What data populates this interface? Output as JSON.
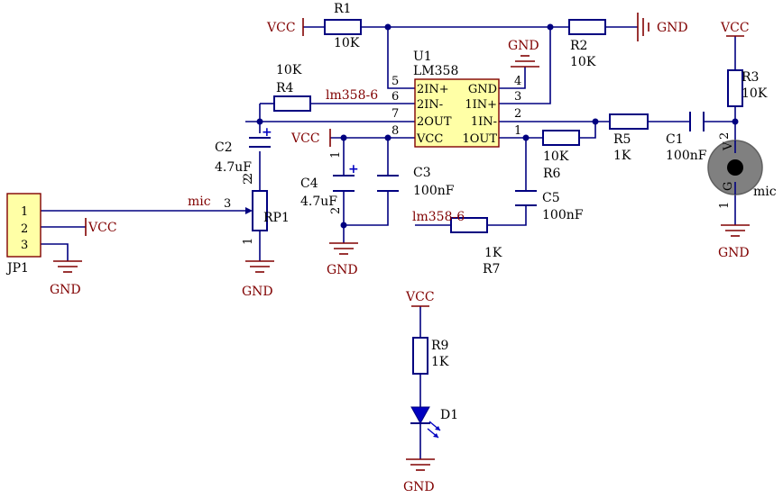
{
  "power": {
    "vcc": "VCC",
    "gnd": "GND"
  },
  "net": {
    "mic": "mic",
    "lm358_6": "lm358-6"
  },
  "u1": {
    "ref": "U1",
    "part": "LM358",
    "left_pins": [
      {
        "num": "5",
        "name": "2IN+"
      },
      {
        "num": "6",
        "name": "2IN-"
      },
      {
        "num": "7",
        "name": "2OUT"
      },
      {
        "num": "8",
        "name": "VCC"
      }
    ],
    "right_pins": [
      {
        "num": "4",
        "name": "GND"
      },
      {
        "num": "3",
        "name": "1IN+"
      },
      {
        "num": "2",
        "name": "1IN-"
      },
      {
        "num": "1",
        "name": "1OUT"
      }
    ]
  },
  "r1": {
    "ref": "R1",
    "value": "10K"
  },
  "r2": {
    "ref": "R2",
    "value": "10K"
  },
  "r3": {
    "ref": "R3",
    "value": "10K"
  },
  "r4": {
    "ref": "R4",
    "value": "10K"
  },
  "r5": {
    "ref": "R5",
    "value": "1K"
  },
  "r6": {
    "ref": "R6",
    "value": "10K"
  },
  "r7": {
    "ref": "R7",
    "value": "1K"
  },
  "r9": {
    "ref": "R9",
    "value": "1K"
  },
  "c1": {
    "ref": "C1",
    "value": "100nF"
  },
  "c2": {
    "ref": "C2",
    "value": "4.7uF"
  },
  "c3": {
    "ref": "C3",
    "value": "100nF"
  },
  "c4": {
    "ref": "C4",
    "value": "4.7uF"
  },
  "c5": {
    "ref": "C5",
    "value": "100nF"
  },
  "rp1": {
    "ref": "RP1",
    "pin_wiper": "3",
    "pin_top": "2",
    "pin_bottom": "1"
  },
  "jp1": {
    "ref": "JP1",
    "pins": [
      "1",
      "2",
      "3"
    ]
  },
  "d1": {
    "ref": "D1"
  },
  "mic": {
    "ref": "mic",
    "pin_top": "2",
    "pin_bottom": "1",
    "mark_v": "V",
    "mark_g": "G"
  },
  "pinnums": {
    "c2_p": "2",
    "c4_n": "2",
    "c4_p": "1"
  },
  "polarity": "+"
}
